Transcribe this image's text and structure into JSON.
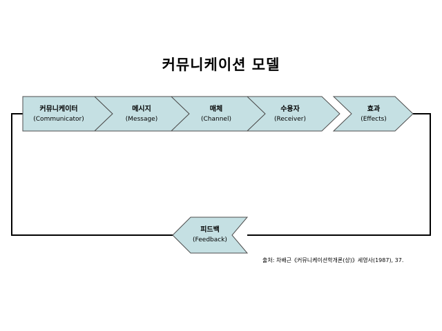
{
  "title": "커뮤니케이션 모델",
  "colors": {
    "node_fill": "#c5e0e3",
    "node_stroke": "#4d4d4d",
    "loop_line": "#000000",
    "text": "#000000"
  },
  "nodes": [
    {
      "ko": "커뮤니케이터",
      "en": "(Communicator)"
    },
    {
      "ko": "메시지",
      "en": "(Message)"
    },
    {
      "ko": "매체",
      "en": "(Channel)"
    },
    {
      "ko": "수용자",
      "en": "(Receiver)"
    },
    {
      "ko": "효과",
      "en": "(Effects)"
    }
  ],
  "feedback": {
    "ko": "피드백",
    "en": "(Feedback)"
  },
  "source": "출처: 차배근《커뮤니케이션학개론(상)》세영사(1987), 37."
}
